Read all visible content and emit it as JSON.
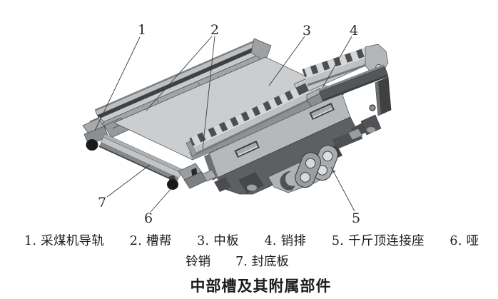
{
  "figure": {
    "callouts": [
      "1",
      "2",
      "3",
      "4",
      "5",
      "6",
      "7"
    ],
    "parts": [
      {
        "num": "1",
        "name": "采煤机导轨"
      },
      {
        "num": "2",
        "name": "槽帮"
      },
      {
        "num": "3",
        "name": "中板"
      },
      {
        "num": "4",
        "name": "销排"
      },
      {
        "num": "5",
        "name": "千斤顶连接座"
      },
      {
        "num": "6",
        "name": "哑铃销"
      },
      {
        "num": "7",
        "name": "封底板"
      }
    ]
  },
  "caption": {
    "line1": "1. 采煤机导轨　　2. 槽帮　　3. 中板　　4. 销排　　5. 千斤顶连接座　　6. 哑",
    "line2": "铃销　　7. 封底板",
    "title": "中部槽及其附属部件"
  }
}
